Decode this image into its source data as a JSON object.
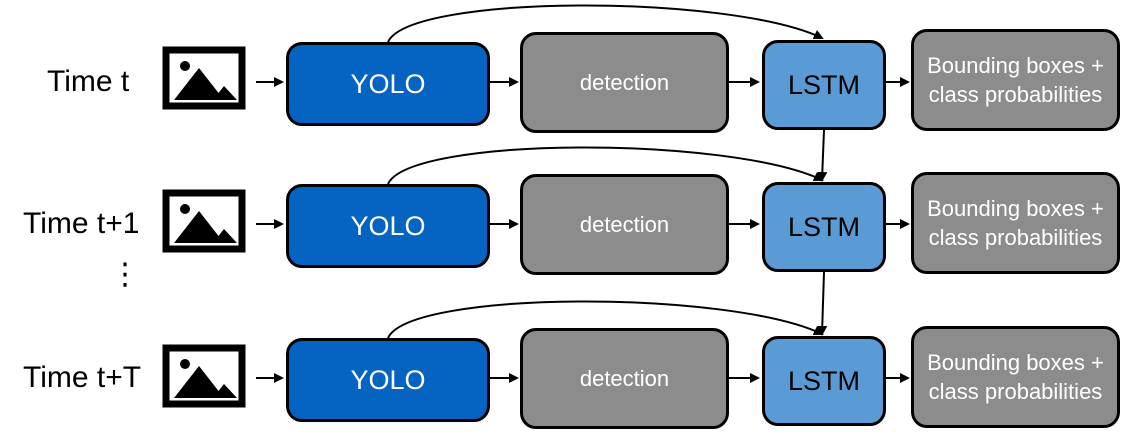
{
  "rows": [
    {
      "time": "Time t",
      "yolo": "YOLO",
      "detection": "detection",
      "lstm": "LSTM",
      "output": "Bounding boxes + class probabilities"
    },
    {
      "time": "Time t+1",
      "yolo": "YOLO",
      "detection": "detection",
      "lstm": "LSTM",
      "output": "Bounding boxes + class probabilities"
    },
    {
      "time": "Time t+T",
      "yolo": "YOLO",
      "detection": "detection",
      "lstm": "LSTM",
      "output": "Bounding boxes + class probabilities"
    }
  ],
  "ellipsis": "⋮",
  "icons": {
    "frame": "image-icon"
  },
  "colors": {
    "yolo": "#0563c1",
    "detection": "#8c8c8c",
    "lstm": "#5b9bd5",
    "output": "#8c8c8c"
  }
}
